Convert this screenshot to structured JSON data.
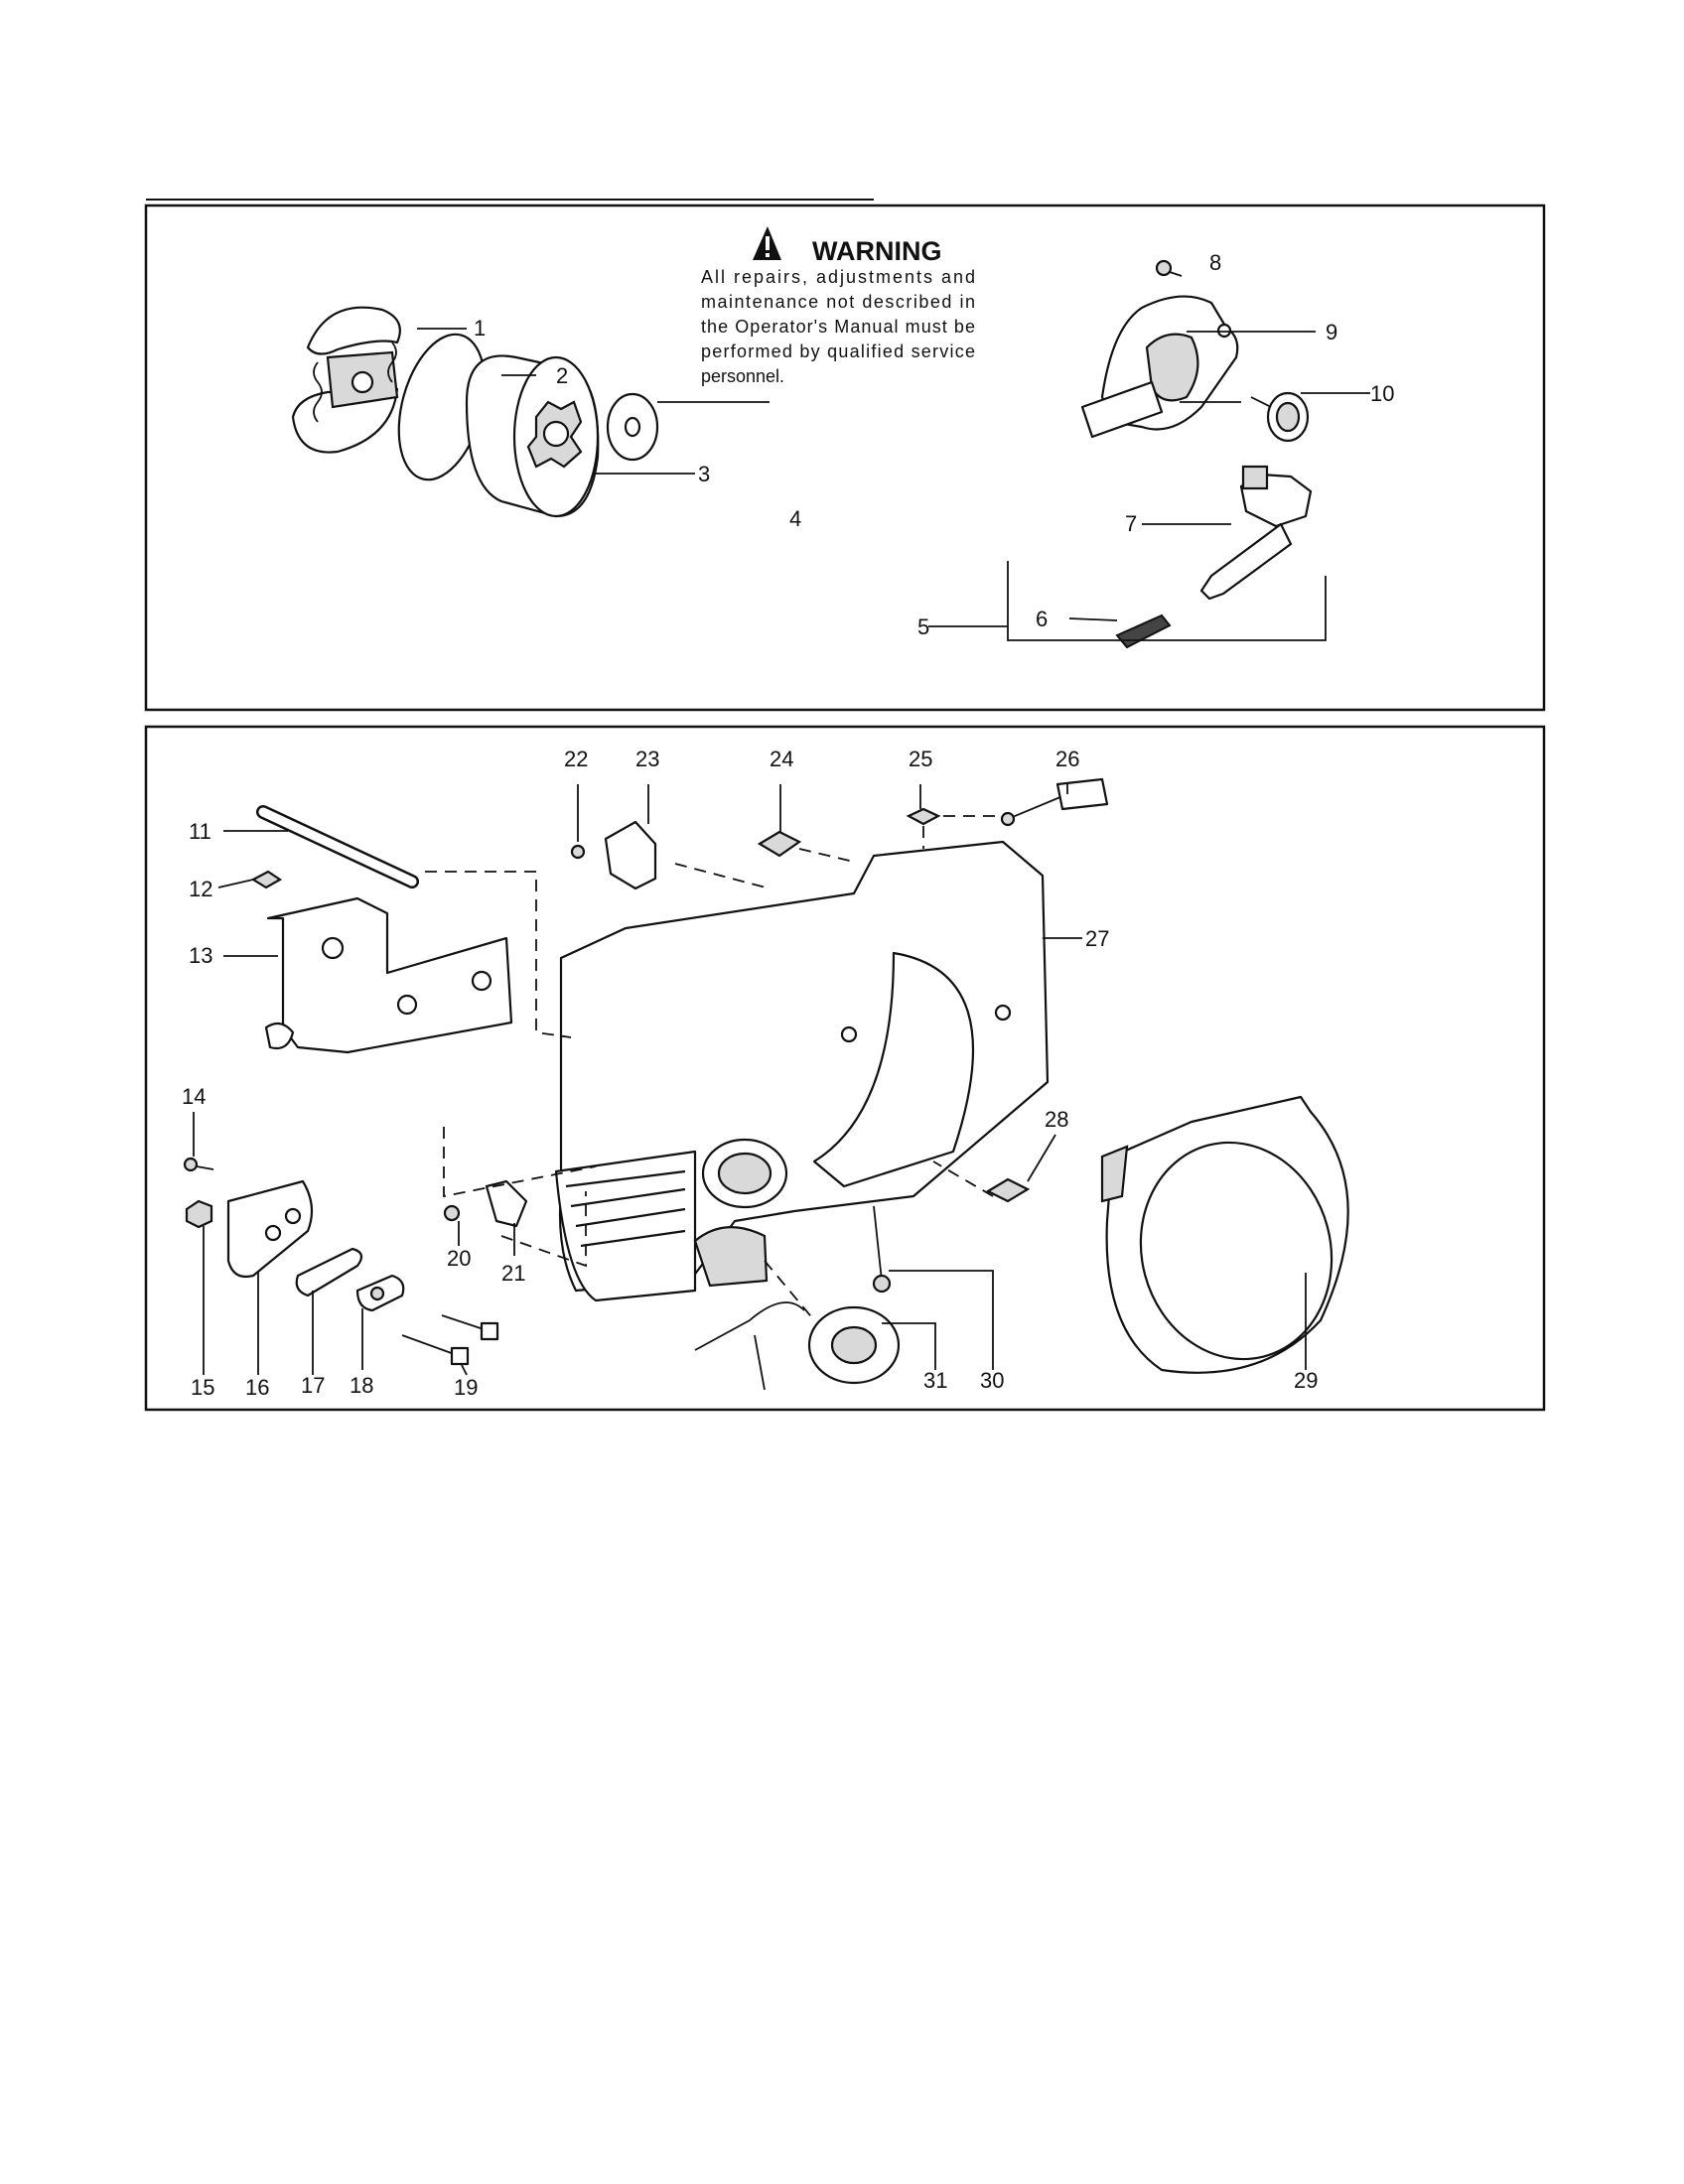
{
  "warning": {
    "title": "WARNING",
    "lines": [
      "All repairs, adjustments and",
      "maintenance not described in",
      "the Operator's Manual must be",
      "performed by qualified service",
      "personnel."
    ]
  },
  "callouts": {
    "c1": "1",
    "c2": "2",
    "c3": "3",
    "c4": "4",
    "c5": "5",
    "c6": "6",
    "c7": "7",
    "c8": "8",
    "c9": "9",
    "c10": "10",
    "c11": "11",
    "c12": "12",
    "c13": "13",
    "c14": "14",
    "c15": "15",
    "c16": "16",
    "c17": "17",
    "c18": "18",
    "c19": "19",
    "c20": "20",
    "c21": "21",
    "c22": "22",
    "c23": "23",
    "c24": "24",
    "c25": "25",
    "c26": "26",
    "c27": "27",
    "c28": "28",
    "c29": "29",
    "c30": "30",
    "c31": "31"
  },
  "icons": {
    "warning": "warning-triangle-icon"
  }
}
